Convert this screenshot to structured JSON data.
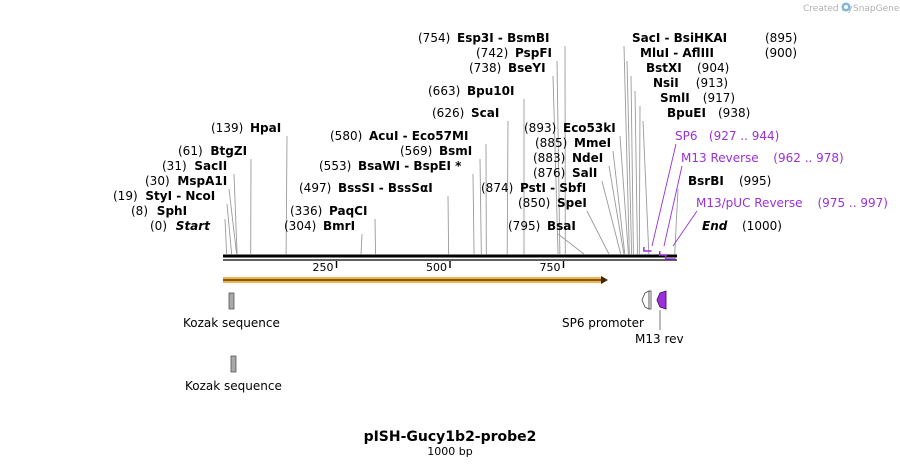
{
  "credit": {
    "text": "Created by",
    "brand": "SnapGene"
  },
  "map": {
    "title": "pISH-Gucy1b2-probe2",
    "length": "1000 bp",
    "total_bp": 1000
  },
  "ruler": {
    "ticks": [
      250,
      500,
      750
    ]
  },
  "sites": [
    {
      "pos": "(0)",
      "name": "Start",
      "bp": 0,
      "italic": true
    },
    {
      "pos": "(8)",
      "name": "SphI",
      "bp": 8
    },
    {
      "pos": "(19)",
      "name": "StyI  - NcoI",
      "bp": 19
    },
    {
      "pos": "(30)",
      "name": "MspA1I",
      "bp": 30
    },
    {
      "pos": "(31)",
      "name": "SacII",
      "bp": 31
    },
    {
      "pos": "(61)",
      "name": "BtgZI",
      "bp": 61
    },
    {
      "pos": "(139)",
      "name": "HpaI",
      "bp": 139
    },
    {
      "pos": "(304)",
      "name": "BmrI",
      "bp": 304
    },
    {
      "pos": "(336)",
      "name": "PaqCI",
      "bp": 336
    },
    {
      "pos": "(497)",
      "name": "BssSI  - BssSαI",
      "bp": 497
    },
    {
      "pos": "(553)",
      "name": "BsaWI  - BspEI *",
      "bp": 553
    },
    {
      "pos": "(569)",
      "name": "BsmI",
      "bp": 569
    },
    {
      "pos": "(580)",
      "name": "AcuI  - Eco57MI",
      "bp": 580
    },
    {
      "pos": "(626)",
      "name": "ScaI",
      "bp": 626
    },
    {
      "pos": "(663)",
      "name": "Bpu10I",
      "bp": 663
    },
    {
      "pos": "(738)",
      "name": "BseYI",
      "bp": 738
    },
    {
      "pos": "(742)",
      "name": "PspFI",
      "bp": 742
    },
    {
      "pos": "(754)",
      "name": "Esp3I  - BsmBI",
      "bp": 754
    },
    {
      "pos": "(795)",
      "name": "BsaI",
      "bp": 795
    },
    {
      "pos": "(850)",
      "name": "SpeI",
      "bp": 850
    },
    {
      "pos": "(874)",
      "name": "PstI  - SbfI",
      "bp": 874
    },
    {
      "pos": "(876)",
      "name": "SalI",
      "bp": 876
    },
    {
      "pos": "(883)",
      "name": "NdeI",
      "bp": 883
    },
    {
      "pos": "(885)",
      "name": "MmeI",
      "bp": 885
    },
    {
      "pos": "(893)",
      "name": "Eco53kI",
      "bp": 893
    },
    {
      "pos": "(895)",
      "name": "SacI  - BsiHKAI",
      "bp": 895
    },
    {
      "pos": "(900)",
      "name": "MluI  - AflIII",
      "bp": 900
    },
    {
      "pos": "(904)",
      "name": "BstXI",
      "bp": 904
    },
    {
      "pos": "(913)",
      "name": "NsiI",
      "bp": 913
    },
    {
      "pos": "(917)",
      "name": "SmlI",
      "bp": 917
    },
    {
      "pos": "(938)",
      "name": "BpuEI",
      "bp": 938
    },
    {
      "pos": "(995)",
      "name": "BsrBI",
      "bp": 995
    },
    {
      "pos": "(1000)",
      "name": "End",
      "bp": 1000,
      "italic": true
    }
  ],
  "primers": [
    {
      "name": "SP6",
      "range": "(927 .. 944)",
      "start": 927,
      "end": 944
    },
    {
      "name": "M13 Reverse",
      "range": "(962 .. 978)",
      "start": 962,
      "end": 978
    },
    {
      "name": "M13/pUC Reverse",
      "range": "(975 .. 997)",
      "start": 975,
      "end": 997
    }
  ],
  "features": [
    {
      "label": "Kozak sequence"
    },
    {
      "label": "Kozak sequence"
    },
    {
      "label": "SP6 promoter"
    },
    {
      "label": "M13 rev"
    }
  ],
  "colors": {
    "primer": "#9b30d9",
    "orf": "#f2b24a",
    "feature_gray": "#a8a8a8"
  }
}
